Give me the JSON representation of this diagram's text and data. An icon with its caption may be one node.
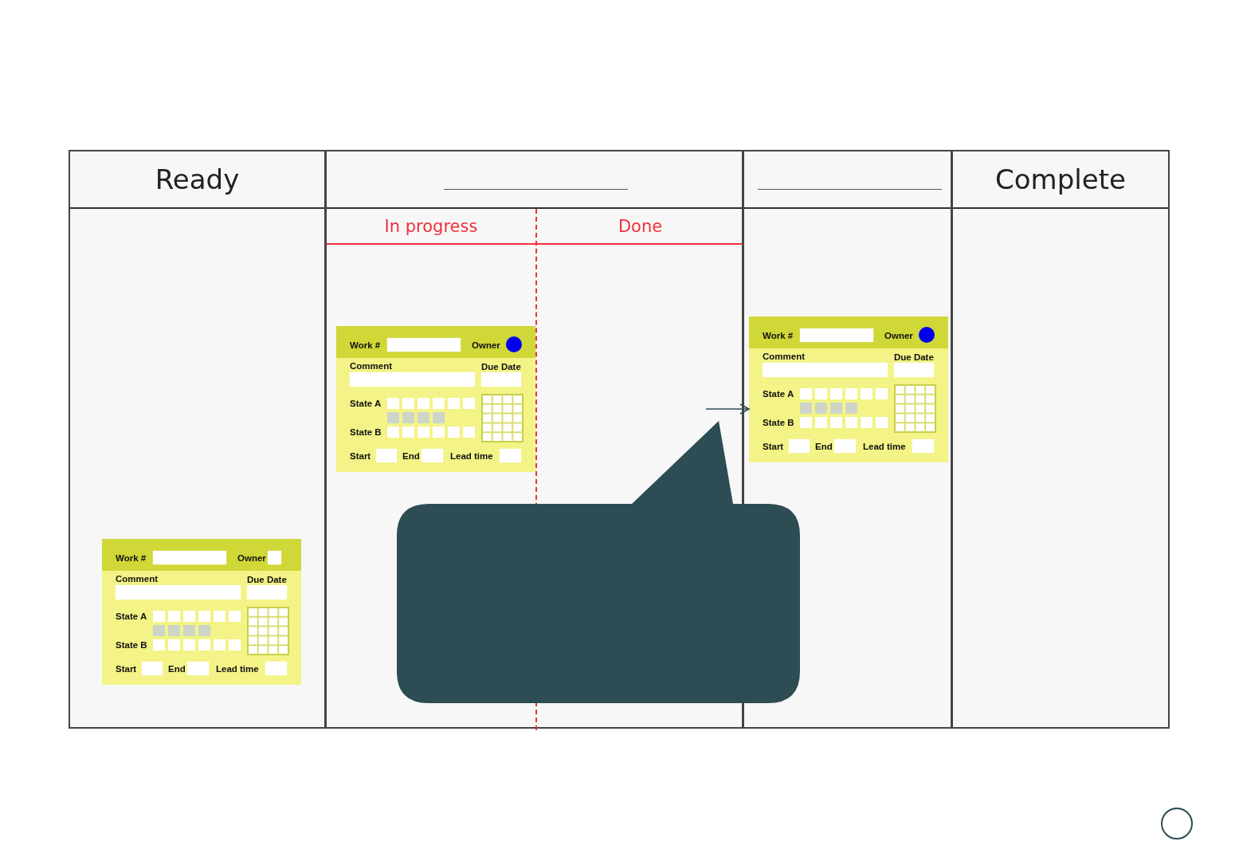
{
  "diagram": {
    "nodes": [
      {
        "text": [
          "Ready"
        ]
      },
      {
        "text": [],
        "shape": "box"
      },
      {
        "text": [
          "In progress"
        ],
        "in": 1
      },
      {
        "text": [
          "Done"
        ],
        "in": 1
      },
      {
        "text": [],
        "shape": "box"
      },
      {
        "text": [
          "Complete"
        ]
      },
      {
        "text": [
          "Work #",
          "Owner",
          "Comment",
          "Due Date",
          "State A",
          "State B",
          "Start",
          "End",
          "Lead time"
        ],
        "in": 2
      },
      {
        "text": [
          "Work #",
          "Owner",
          "Comment",
          "Due Date",
          "State A",
          "State B",
          "Start",
          "End",
          "Lead time"
        ],
        "in": 4
      },
      {
        "text": [
          "Work #",
          "Owner",
          "Comment",
          "Due Date",
          "State A",
          "State B",
          "Start",
          "End",
          "Lead time"
        ],
        "in": 0
      }
    ],
    "edges": [
      {
        "from": null,
        "to": 7,
        "arrow": "to"
      }
    ]
  }
}
